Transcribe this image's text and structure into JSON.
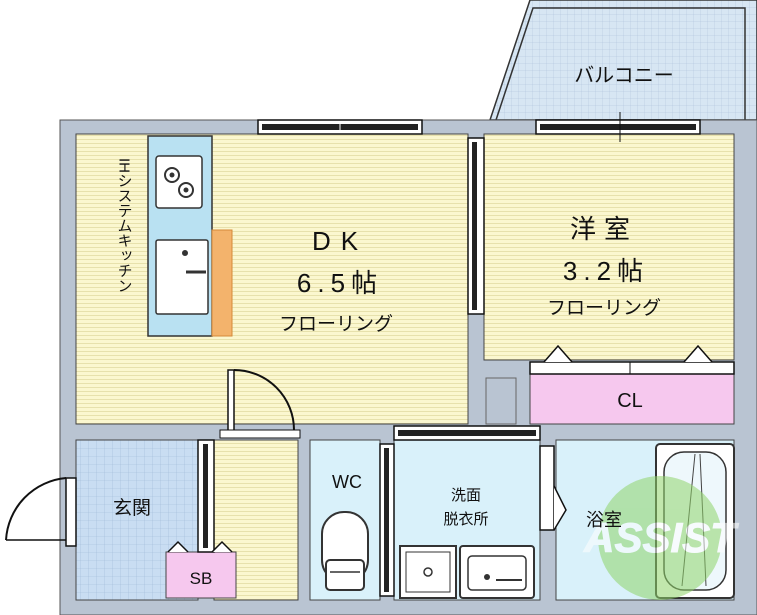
{
  "rooms": {
    "balcony": "バルコニー",
    "dk": {
      "name": "DK",
      "size": "6.5帖",
      "floor": "フローリング"
    },
    "western": {
      "name": "洋室",
      "size": "3.2帖",
      "floor": "フローリング"
    },
    "kitchen": "IHシステムキッチン",
    "closet": "CL",
    "entrance": "玄関",
    "shoe_box": "SB",
    "toilet": "WC",
    "washroom": {
      "line1": "洗面",
      "line2": "脱衣所"
    },
    "bath": "浴室"
  },
  "watermark": "ASSIST",
  "colors": {
    "wall": "#b9c4d2",
    "wood_floor": "#fbf7cf",
    "tile": "#c9ddf2",
    "wet_area": "#d9f1fa",
    "closet": "#f6c8ee",
    "counter_orange": "#f3b36c"
  }
}
